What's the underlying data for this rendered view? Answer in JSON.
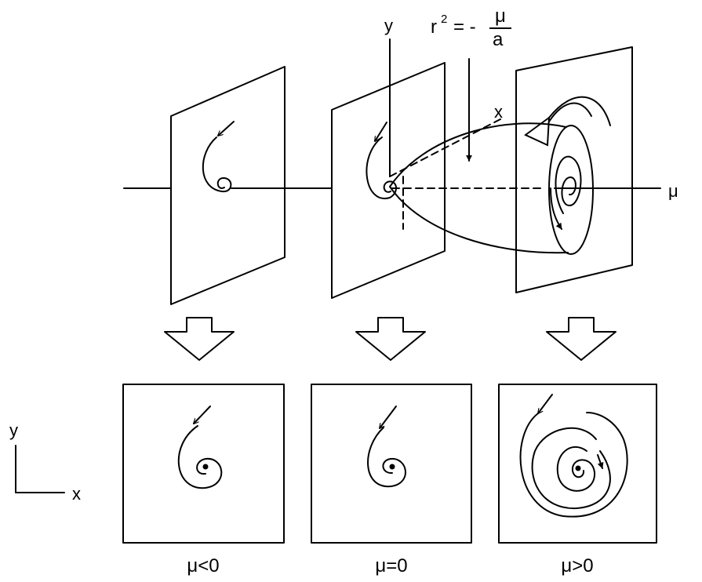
{
  "top": {
    "axis_y_label": "y",
    "axis_x_label": "x",
    "axis_mu_label": "μ",
    "formula": {
      "lhs": "r",
      "exponent": "2",
      "equals": "= -",
      "numerator": "μ",
      "denominator": "a"
    }
  },
  "corner_axes": {
    "y_label": "y",
    "x_label": "x"
  },
  "panels": [
    {
      "caption": "μ<0"
    },
    {
      "caption": "μ=0"
    },
    {
      "caption": "μ>0"
    }
  ]
}
